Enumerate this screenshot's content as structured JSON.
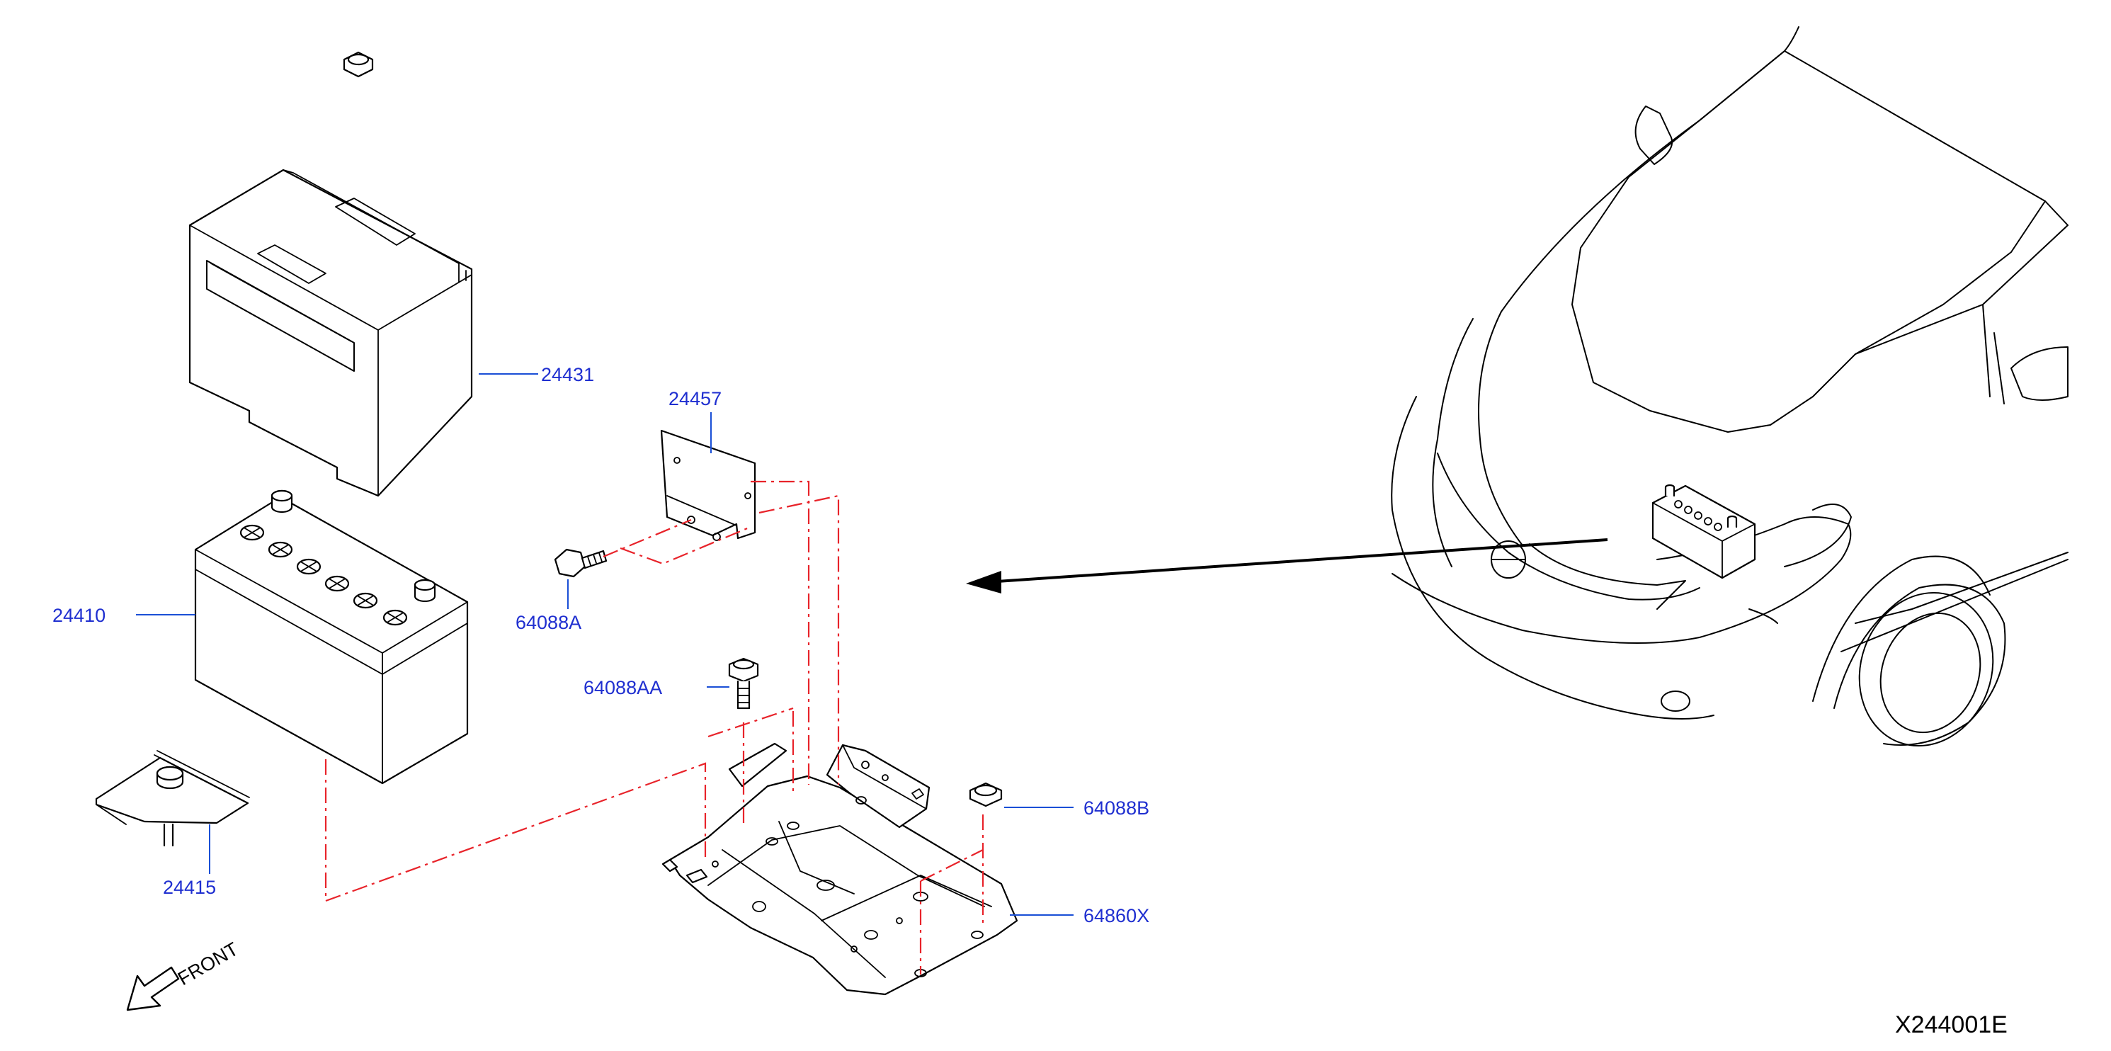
{
  "colors": {
    "callout": "#1f2fd0",
    "leader": "#1a4fd6",
    "phantom": "#e8232a",
    "line": "#000000"
  },
  "callouts": {
    "p24431": "24431",
    "p24457": "24457",
    "p24410": "24410",
    "p64088A": "64088A",
    "p64088AA": "64088AA",
    "p64088B": "64088B",
    "p24415": "24415",
    "p64860X": "64860X"
  },
  "front_label": "FRONT",
  "diagram_id": "X244001E"
}
